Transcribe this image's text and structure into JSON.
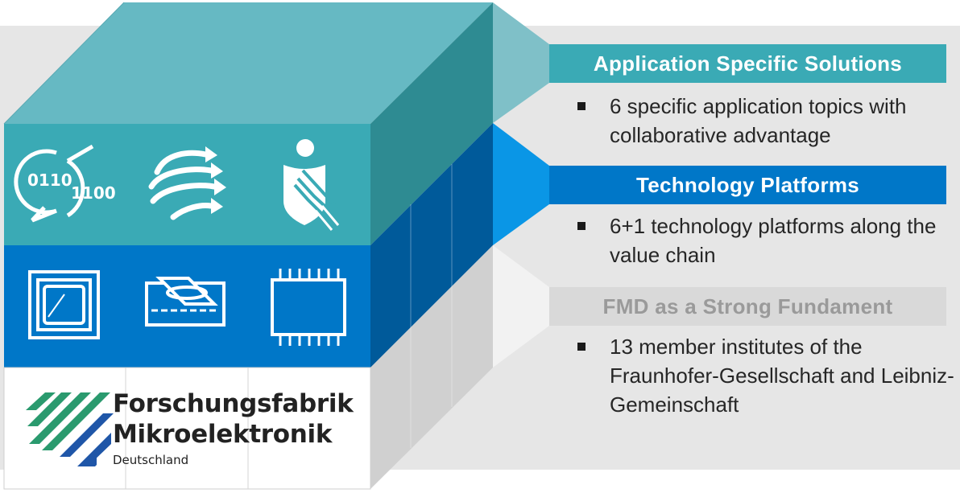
{
  "layers": [
    {
      "title": "Application Specific Solutions",
      "bullet": "6 specific application topics with collaborative advantage",
      "color": "#3aaab5",
      "icons": [
        "binary-speech-bubbles-icon",
        "swirling-arrows-icon",
        "person-shield-arrows-icon"
      ]
    },
    {
      "title": "Technology Platforms",
      "bullet": "6+1 technology platforms along the value chain",
      "color": "#0077c8",
      "icons": [
        "wafer-frame-icon",
        "deposition-chamber-icon",
        "chip-package-icon"
      ]
    },
    {
      "title": "FMD as a Strong Fundament",
      "bullet": "13 member institutes of the Fraunhofer-Gesellschaft and Leibniz-Gemeinschaft",
      "color": "#d9d9d9"
    }
  ],
  "logo": {
    "line1": "Forschungsfabrik",
    "line2": "Mikroelektronik",
    "line3": "Deutschland",
    "green": "#2a9a6e",
    "blue": "#1f56a8"
  },
  "icons": {
    "binary_left": "0110",
    "binary_right": "1100"
  }
}
